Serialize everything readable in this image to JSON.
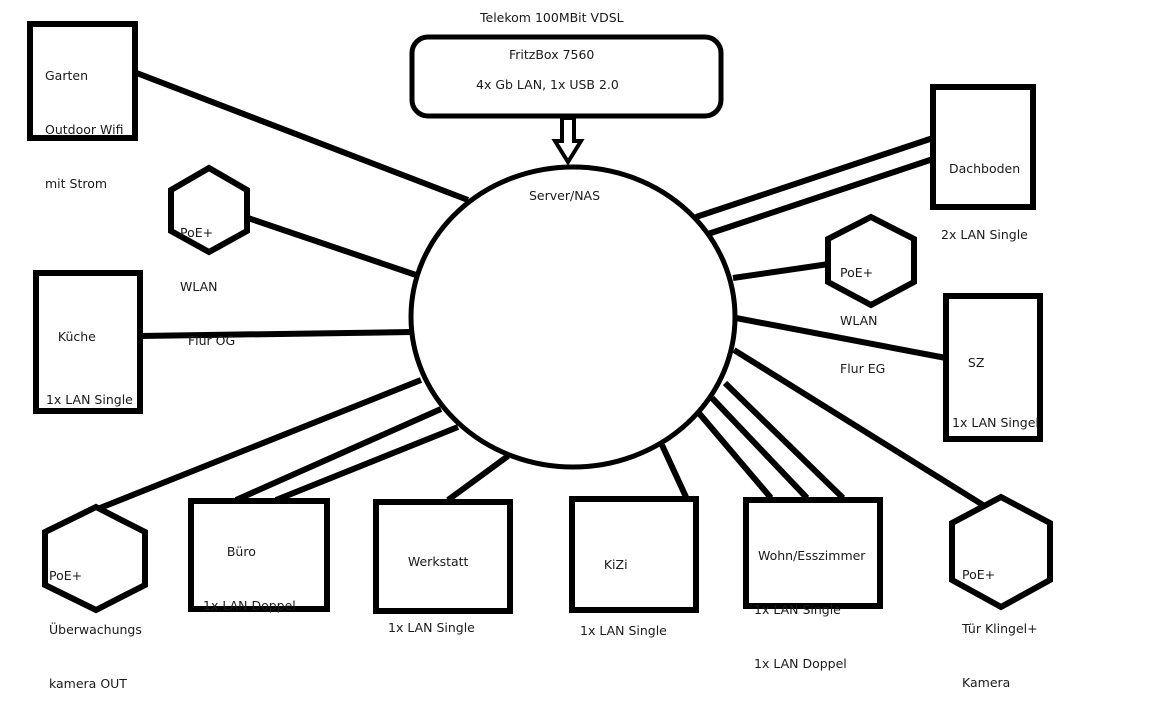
{
  "title": "Telekom 100MBit VDSL",
  "router": {
    "name": "FritzBox 7560",
    "ports": "4x Gb LAN, 1x USB 2.0"
  },
  "server": {
    "name": "Server/NAS"
  },
  "nodes": {
    "garten": {
      "lines": [
        "Garten",
        "Outdoor Wifi",
        "mit Strom"
      ],
      "shape": "rectangle",
      "links": 1
    },
    "wlan_og": {
      "lines": [
        "PoE+",
        "WLAN",
        "  Flur OG"
      ],
      "shape": "hexagon",
      "links": 1
    },
    "kueche": {
      "lines": [
        "    Küche",
        " 1x LAN Single"
      ],
      "shape": "rectangle",
      "links": 1
    },
    "kamera_out": {
      "lines": [
        "PoE+",
        "Überwachungs",
        "kamera OUT"
      ],
      "shape": "hexagon",
      "links": 1
    },
    "buero": {
      "lines": [
        "      Büro",
        "1x LAN Doppel"
      ],
      "shape": "rectangle",
      "links": 2
    },
    "werkstatt": {
      "lines": [
        "     Werkstatt",
        "1x LAN Single"
      ],
      "shape": "rectangle",
      "links": 1
    },
    "kizi": {
      "lines": [
        "      KiZi",
        "1x LAN Single"
      ],
      "shape": "rectangle",
      "links": 1
    },
    "wohn": {
      "lines": [
        " Wohn/Esszimmer",
        "1x LAN Single",
        "1x LAN Doppel"
      ],
      "shape": "rectangle",
      "links": 3
    },
    "klingel": {
      "lines": [
        "PoE+",
        "Tür Klingel+",
        "Kamera"
      ],
      "shape": "hexagon",
      "links": 1
    },
    "sz": {
      "lines": [
        "    SZ",
        "1x LAN Singel"
      ],
      "shape": "rectangle",
      "links": 1
    },
    "wlan_eg": {
      "lines": [
        "PoE+",
        "WLAN",
        "Flur EG"
      ],
      "shape": "hexagon",
      "links": 1
    },
    "dachboden": {
      "lines": [
        "  Dachboden",
        "2x LAN Single"
      ],
      "shape": "rectangle",
      "links": 2
    }
  },
  "colors": {
    "stroke": "#000000",
    "background": "#ffffff",
    "text": "#1a1a1a"
  }
}
